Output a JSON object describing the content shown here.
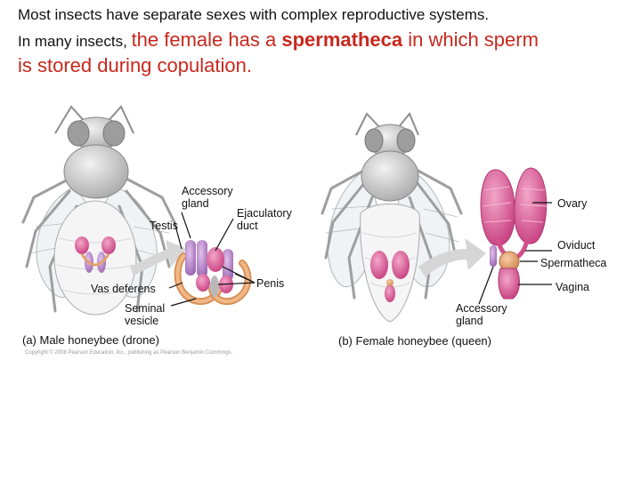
{
  "text": {
    "line1": "Most insects have separate sexes with complex reproductive systems.",
    "line2_a": "In many insects, ",
    "line2_b": "the female has a ",
    "line2_c": "spermatheca",
    "line2_d": " in which sperm",
    "line3": "is stored during copulation."
  },
  "male": {
    "label_accessory": [
      "Accessory",
      "gland"
    ],
    "label_testis": "Testis",
    "label_ejaculatory": [
      "Ejaculatory",
      "duct"
    ],
    "label_vas": "Vas deferens",
    "label_penis": "Penis",
    "label_seminal": [
      "Seminal",
      "vesicle"
    ],
    "caption": "(a) Male honeybee (drone)"
  },
  "female": {
    "label_ovary": "Ovary",
    "label_oviduct": "Oviduct",
    "label_spermatheca": "Spermatheca",
    "label_vagina": "Vagina",
    "label_accessory": [
      "Accessory",
      "gland"
    ],
    "caption": "(b) Female honeybee (queen)"
  },
  "credit": "Copyright © 2008 Pearson Education, Inc., publishing as Pearson Benjamin Cummings.",
  "colors": {
    "red_text": "#c8281e",
    "organ_pink": "#d24f8c",
    "organ_purple": "#b67fc4",
    "organ_tan": "#e3a070",
    "bee_gray": "#bfbfbf",
    "abdomen_white": "#f4f4f4",
    "arrow_gray": "#d6d6d6"
  },
  "icons": [
    "male-honeybee-illustration",
    "female-honeybee-illustration",
    "reproductive-organ-enlargement-arrow"
  ]
}
